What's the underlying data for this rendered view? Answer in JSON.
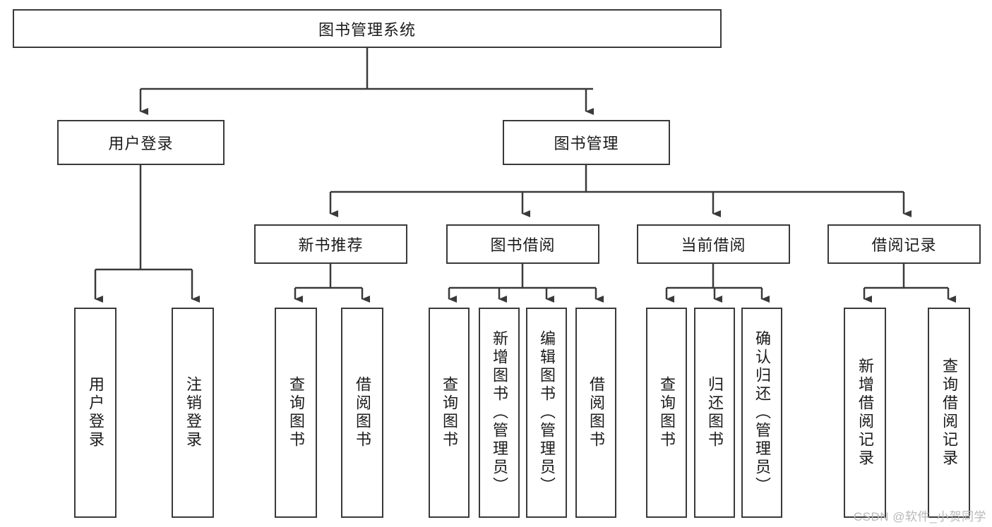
{
  "diagram": {
    "title": "图书管理系统",
    "watermark": "CSDN @软件_小贺同学",
    "stroke_color": "#3a3a3a",
    "background_color": "#ffffff",
    "text_color": "#1b1b1b",
    "watermark_color": "#b8b8b8",
    "nodes": {
      "root": {
        "label": "图书管理系统"
      },
      "level1": [
        {
          "label": "用户登录"
        },
        {
          "label": "图书管理"
        }
      ],
      "level2": [
        {
          "label": "新书推荐"
        },
        {
          "label": "图书借阅"
        },
        {
          "label": "当前借阅"
        },
        {
          "label": "借阅记录"
        }
      ],
      "leaves": {
        "user_login": [
          {
            "label": "用户登录"
          },
          {
            "label": "注销登录"
          }
        ],
        "new_book": [
          {
            "label": "查询图书"
          },
          {
            "label": "借阅图书"
          }
        ],
        "book_borrow": [
          {
            "label": "查询图书"
          },
          {
            "label": "新增图书（管理员）"
          },
          {
            "label": "编辑图书（管理员）"
          },
          {
            "label": "借阅图书"
          }
        ],
        "current_borrow": [
          {
            "label": "查询图书"
          },
          {
            "label": "归还图书"
          },
          {
            "label": "确认归还（管理员）"
          }
        ],
        "borrow_record": [
          {
            "label": "新增借阅记录"
          },
          {
            "label": "查询借阅记录"
          }
        ]
      }
    }
  }
}
